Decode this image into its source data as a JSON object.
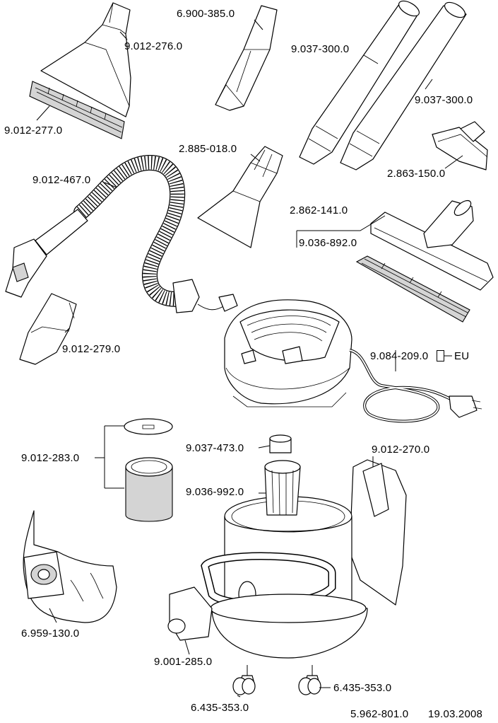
{
  "labels": {
    "p9012276": "9.012-276.0",
    "p9012277": "9.012-277.0",
    "p6900385": "6.900-385.0",
    "p9037300a": "9.037-300.0",
    "p9037300b": "9.037-300.0",
    "p2885018": "2.885-018.0",
    "p2863150": "2.863-150.0",
    "p9012467": "9.012-467.0",
    "p2862141": "2.862-141.0",
    "p9036892": "9.036-892.0",
    "p9012279": "9.012-279.0",
    "p9084209": "9.084-209.0",
    "eu": "EU",
    "p9037473": "9.037-473.0",
    "p9012270": "9.012-270.0",
    "p9012283": "9.012-283.0",
    "p9036992": "9.036-992.0",
    "p6959130": "6.959-130.0",
    "p9001285": "9.001-285.0",
    "p6435353a": "6.435-353.0",
    "p6435353b": "6.435-353.0"
  },
  "footer": {
    "doc_number": "5.962-801.0",
    "date": "19.03.2008"
  }
}
